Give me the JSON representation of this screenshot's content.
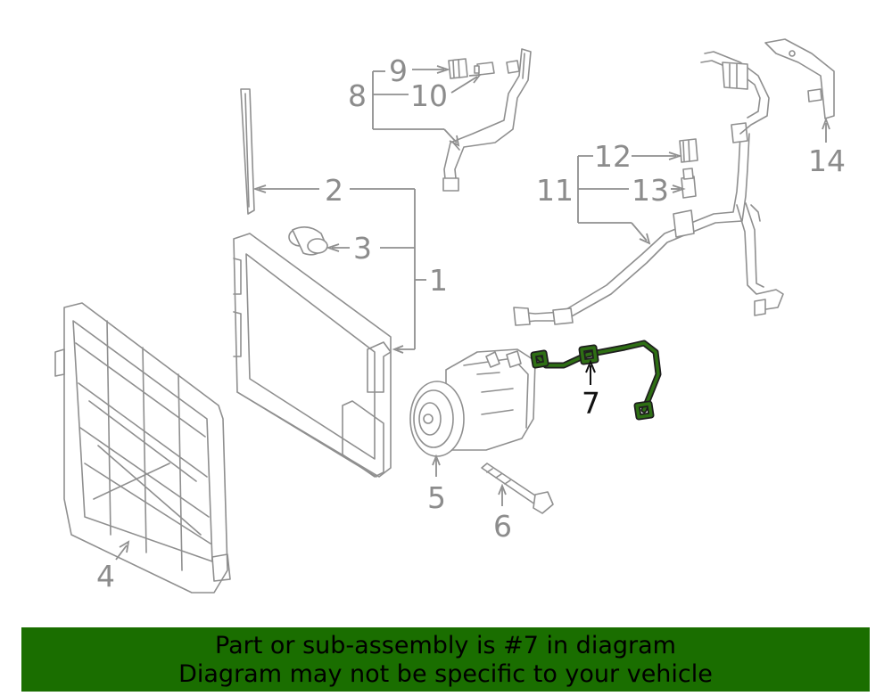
{
  "diagram": {
    "callouts": {
      "c1": "1",
      "c2": "2",
      "c3": "3",
      "c4": "4",
      "c5": "5",
      "c6": "6",
      "c7": "7",
      "c8": "8",
      "c9": "9",
      "c10": "10",
      "c11": "11",
      "c12": "12",
      "c13": "13",
      "c14": "14"
    },
    "highlighted_part": "7",
    "highlight_color": "#2e6f14"
  },
  "banner": {
    "line1": "Part or sub-assembly is #7 in diagram",
    "line2": "Diagram may not be specific to your vehicle",
    "background": "#1a6e00"
  }
}
